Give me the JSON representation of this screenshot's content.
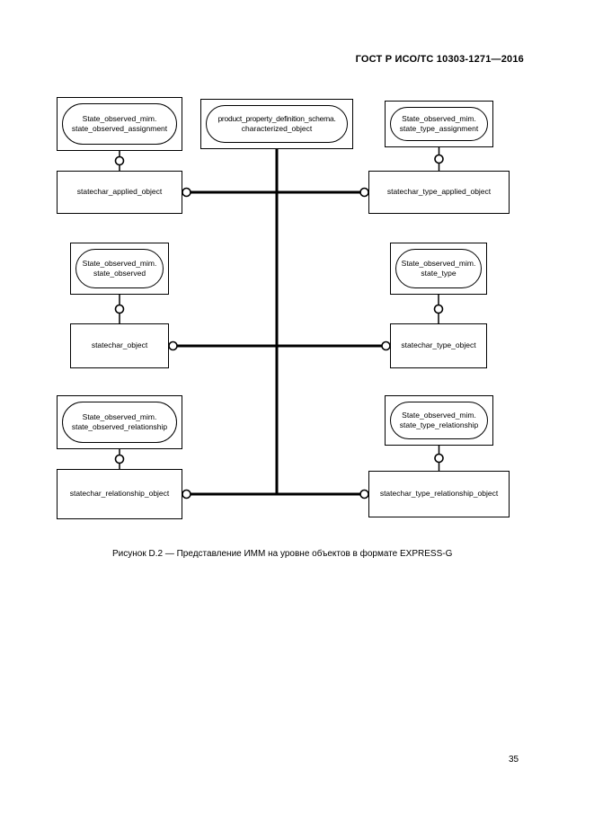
{
  "page": {
    "header": "ГОСТ Р ИСО/ТС 10303-1271—2016",
    "caption": "Рисунок D.2 — Представление ИММ на уровне объектов в формате EXPRESS-G",
    "page_number": "35"
  },
  "diagram": {
    "schema_nodes": [
      {
        "line1": "State_observed_mim.",
        "line2": "state_observed_assignment"
      },
      {
        "line1": "product_property_definition_schema.",
        "line2": "characterized_object"
      },
      {
        "line1": "State_observed_mim.",
        "line2": "state_type_assignment"
      },
      {
        "line1": "State_observed_mim.",
        "line2": "state_observed"
      },
      {
        "line1": "State_observed_mim.",
        "line2": "state_type"
      },
      {
        "line1": "State_observed_mim.",
        "line2": "state_observed_relationship"
      },
      {
        "line1": "State_observed_mim.",
        "line2": "state_type_relationship"
      }
    ],
    "object_nodes": [
      {
        "label": "statechar_applied_object"
      },
      {
        "label": "statechar_type_applied_object"
      },
      {
        "label": "statechar_object"
      },
      {
        "label": "statechar_type_object"
      },
      {
        "label": "statechar_relationship_object"
      },
      {
        "label": "statechar_type_relationship_object"
      }
    ]
  }
}
